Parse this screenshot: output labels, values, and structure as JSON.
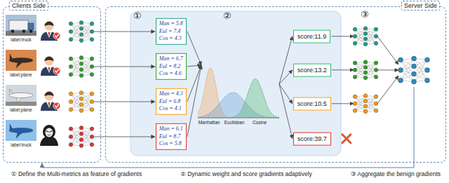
{
  "diagram": {
    "nodes": [
      {
        "text": [
          "Clients Side"
        ]
      },
      {
        "text": [
          "Server Side"
        ]
      },
      {
        "text": [
          "Man = 5.8",
          "Eul = 7.4",
          "Cos = 4.3"
        ],
        "in": 1
      },
      {
        "text": [
          "Man = 6.7",
          "Eul = 8.2",
          "Cos = 4.6"
        ],
        "in": 1
      },
      {
        "text": [
          "Man = 4.3",
          "Eul = 6.8",
          "Cos = 4.1"
        ],
        "in": 1
      },
      {
        "text": [
          "Man = 6.1",
          "Eul = 8.7",
          "Cos = 5.8"
        ],
        "in": 1
      },
      {
        "text": [
          "score:11.9"
        ],
        "in": 1
      },
      {
        "text": [
          "score:13.2"
        ],
        "in": 1
      },
      {
        "text": [
          "score:10.5"
        ],
        "in": 1
      },
      {
        "text": [
          "score:39.7"
        ],
        "in": 1
      }
    ],
    "edges": [
      {
        "from": 1,
        "to": 0,
        "arrow": "to"
      }
    ],
    "labels": [
      "label:truck",
      "label:plane",
      "label:plane",
      "label:truck",
      "①",
      "②",
      "③",
      "Manhattan",
      "Euclidean",
      "Cosine",
      "① Define the Multi-metrics as feature of gradients",
      "② Dynamic weight and score gradients adaptively",
      "③ Aggregate the benign gradients"
    ]
  }
}
